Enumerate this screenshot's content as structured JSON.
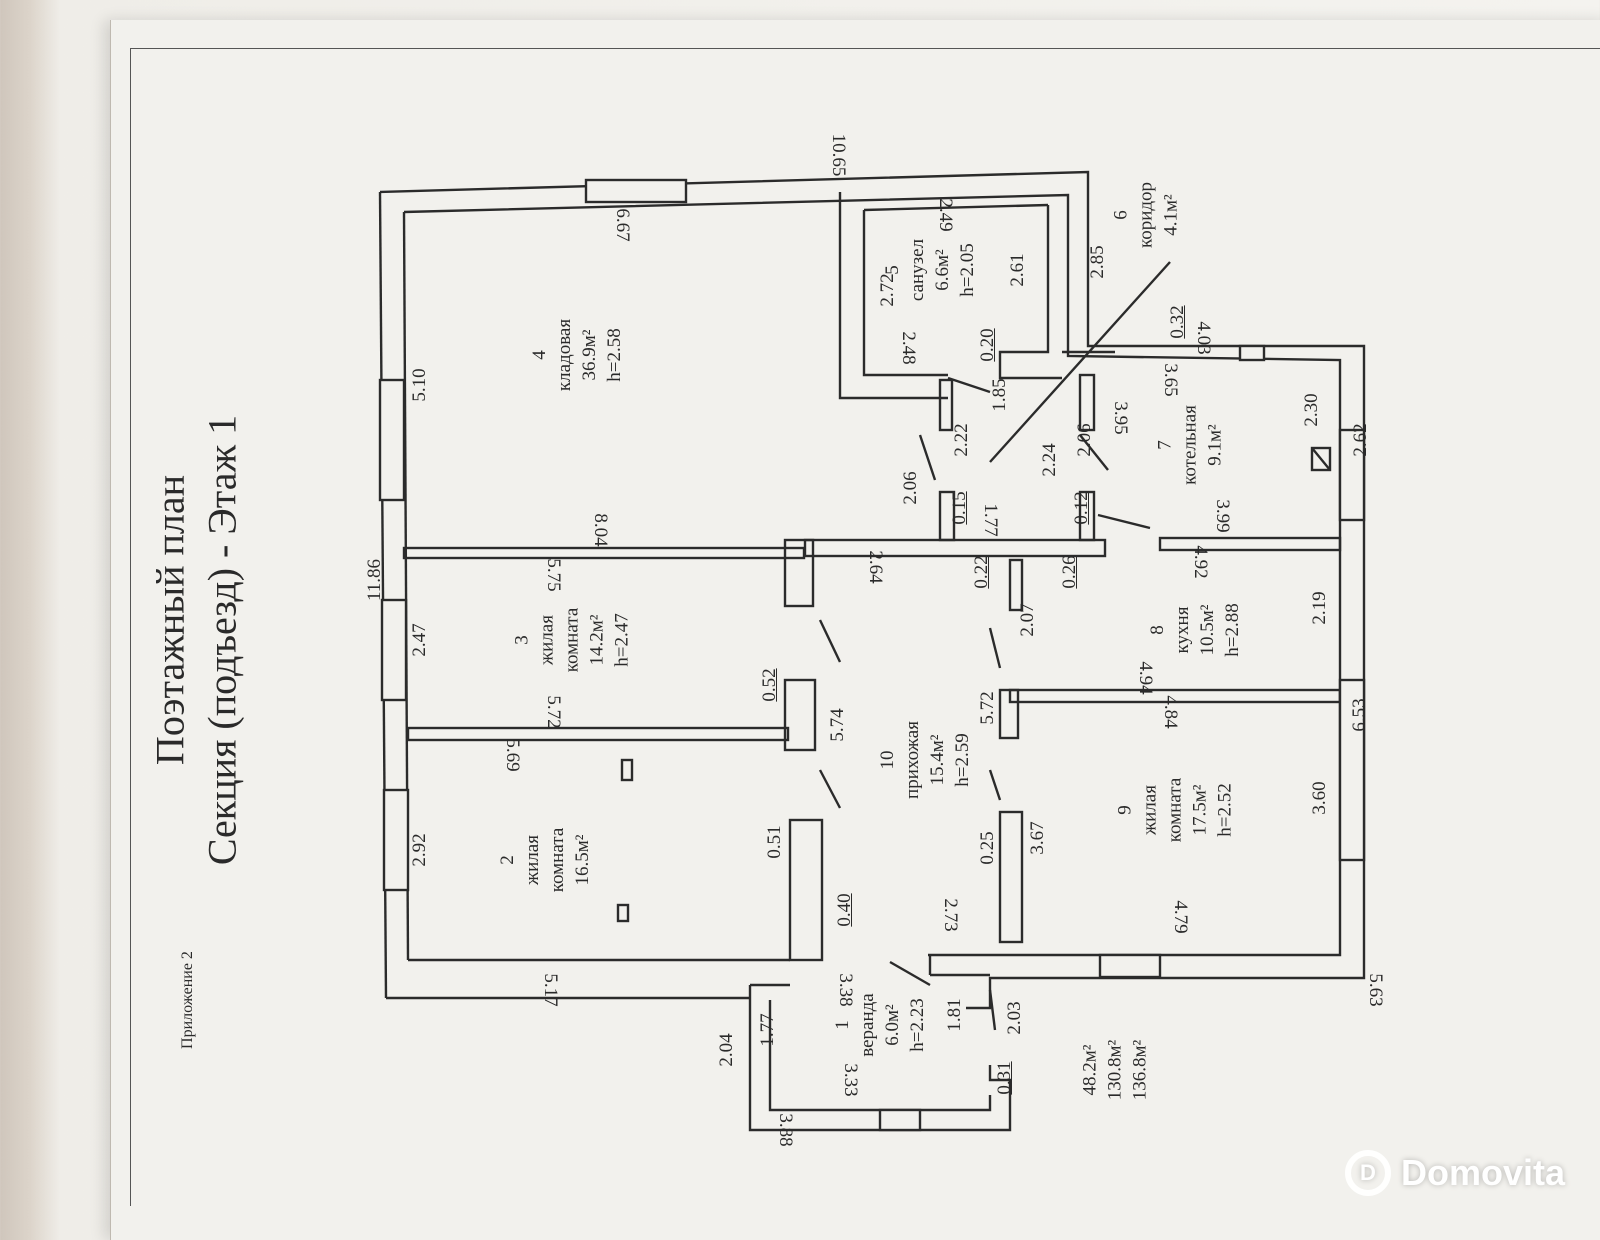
{
  "header": {
    "appendix": "Приложение 2",
    "title_line1": "Поэтажный план",
    "title_line2": "Секция (подъезд) -  Этаж 1"
  },
  "rooms": [
    {
      "num": "1",
      "name": "веранда",
      "area": "6.0м²",
      "height": "h=2.23"
    },
    {
      "num": "2",
      "name": "жилая\nкомната",
      "area": "16.5м²",
      "height": ""
    },
    {
      "num": "3",
      "name": "жилая\nкомната",
      "area": "14.2м²",
      "height": "h=2.47"
    },
    {
      "num": "4",
      "name": "кладовая",
      "area": "36.9м²",
      "height": "h=2.58"
    },
    {
      "num": "5",
      "name": "санузел",
      "area": "6.6м²",
      "height": "h=2.05"
    },
    {
      "num": "6",
      "name": "коридор",
      "area": "4.1м²",
      "height": ""
    },
    {
      "num": "7",
      "name": "котельная",
      "area": "9.1м²",
      "height": ""
    },
    {
      "num": "8",
      "name": "кухня",
      "area": "10.5м²",
      "height": "h=2.88"
    },
    {
      "num": "9",
      "name": "жилая\nкомната",
      "area": "17.5м²",
      "height": "h=2.52"
    },
    {
      "num": "10",
      "name": "прихожая",
      "area": "15.4м²",
      "height": "h=2.59"
    }
  ],
  "dimensions": {
    "d_10_65": "10.65",
    "d_6_67": "6.67",
    "d_2_49": "2.49",
    "d_2_72": "2.72",
    "d_2_48": "2.48",
    "d_0_20": "0.20",
    "d_2_61": "2.61",
    "d_2_85": "2.85",
    "d_0_32": "0.32",
    "d_4_03": "4.03",
    "d_3_65": "3.65",
    "d_1_85": "1.85",
    "d_5_10": "5.10",
    "d_2_22": "2.22",
    "d_2_06a": "2.06",
    "d_2_24": "2.24",
    "d_2_06b": "2.06",
    "d_3_95": "3.95",
    "d_2_30": "2.30",
    "d_2_62": "2.62",
    "d_0_15": "0.15",
    "d_0_12": "0.12",
    "d_1_77": "1.77",
    "d_8_04": "8.04",
    "d_3_99": "3.99",
    "d_11_86": "11.86",
    "d_5_75": "5.75",
    "d_2_64": "2.64",
    "d_0_22": "0.22",
    "d_0_26": "0.26",
    "d_4_92": "4.92",
    "d_2_07": "2.07",
    "d_2_47": "2.47",
    "d_2_19": "2.19",
    "d_0_52": "0.52",
    "d_4_94": "4.94",
    "d_5_72a": "5.72",
    "d_5_74": "5.74",
    "d_5_72b": "5.72",
    "d_4_84": "4.84",
    "d_6_53": "6.53",
    "d_5_69": "5.69",
    "d_0_51": "0.51",
    "d_0_25": "0.25",
    "d_3_67": "3.67",
    "d_3_60": "3.60",
    "d_2_92": "2.92",
    "d_0_40": "0.40",
    "d_2_73": "2.73",
    "d_4_79": "4.79",
    "d_5_17": "5.17",
    "d_3_38": "3.38",
    "d_5_63": "5.63",
    "d_2_04": "2.04",
    "d_1_77b": "1.77",
    "d_1_81": "1.81",
    "d_2_03": "2.03",
    "d_3_33": "3.33",
    "d_0_31": "0.31",
    "d_3_88": "3.88"
  },
  "totals": [
    "48.2м²",
    "130.8м²",
    "136.8м²"
  ],
  "watermark": {
    "logo_glyph": "D",
    "text": "Domovita"
  }
}
